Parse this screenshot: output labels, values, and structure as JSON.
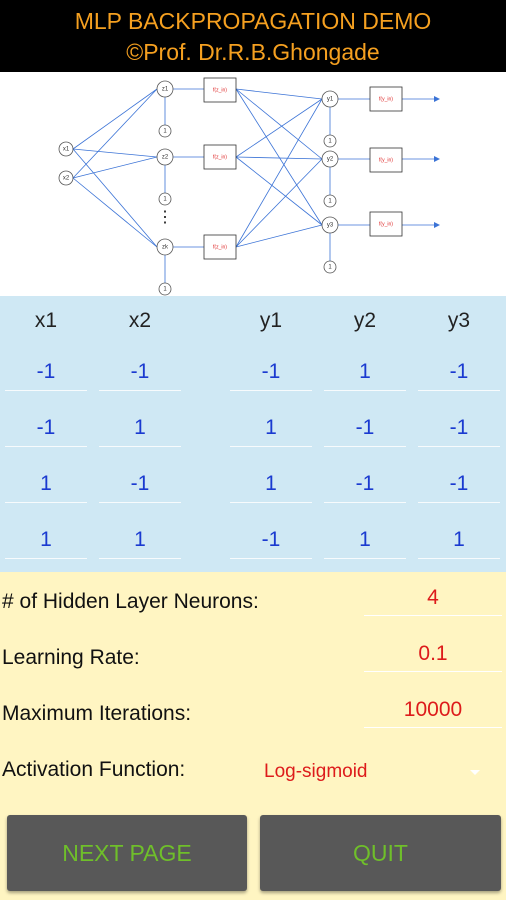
{
  "header": {
    "title": "MLP BACKPROPAGATION DEMO",
    "subtitle": "©Prof. Dr.R.B.Ghongade"
  },
  "diagram": {
    "input_labels": [
      "x1",
      "x2"
    ],
    "hidden_labels": [
      "z1",
      "z2",
      "zk"
    ],
    "output_labels": [
      "y1",
      "y2",
      "y3"
    ],
    "hidden_fn_label": "f(z_in)",
    "output_fn_label": "f(y_in)",
    "bias_label": "1",
    "ellipsis": "⋮",
    "line_color": "#3b73d6"
  },
  "table": {
    "columns": [
      "x1",
      "x2",
      "y1",
      "y2",
      "y3"
    ],
    "rows": [
      [
        "-1",
        "-1",
        "-1",
        "1",
        "-1"
      ],
      [
        "-1",
        "1",
        "1",
        "-1",
        "-1"
      ],
      [
        "1",
        "-1",
        "1",
        "-1",
        "-1"
      ],
      [
        "1",
        "1",
        "-1",
        "1",
        "1"
      ]
    ]
  },
  "form": {
    "hidden_neurons_label": "# of Hidden Layer Neurons:",
    "hidden_neurons_value": "4",
    "learning_rate_label": "Learning Rate:",
    "learning_rate_value": "0.1",
    "max_iterations_label": "Maximum Iterations:",
    "max_iterations_value": "10000",
    "activation_label": "Activation Function:",
    "activation_value": "Log-sigmoid"
  },
  "buttons": {
    "next_label": "NEXT PAGE",
    "quit_label": "QUIT"
  },
  "colors": {
    "header_bg": "#000000",
    "header_text": "#f5a020",
    "table_bg": "#cfe8f4",
    "table_value": "#1a3ad0",
    "form_bg": "#fff5c2",
    "form_value": "#dd1b1b",
    "button_bg": "#585858",
    "button_text": "#6fbf2a"
  }
}
